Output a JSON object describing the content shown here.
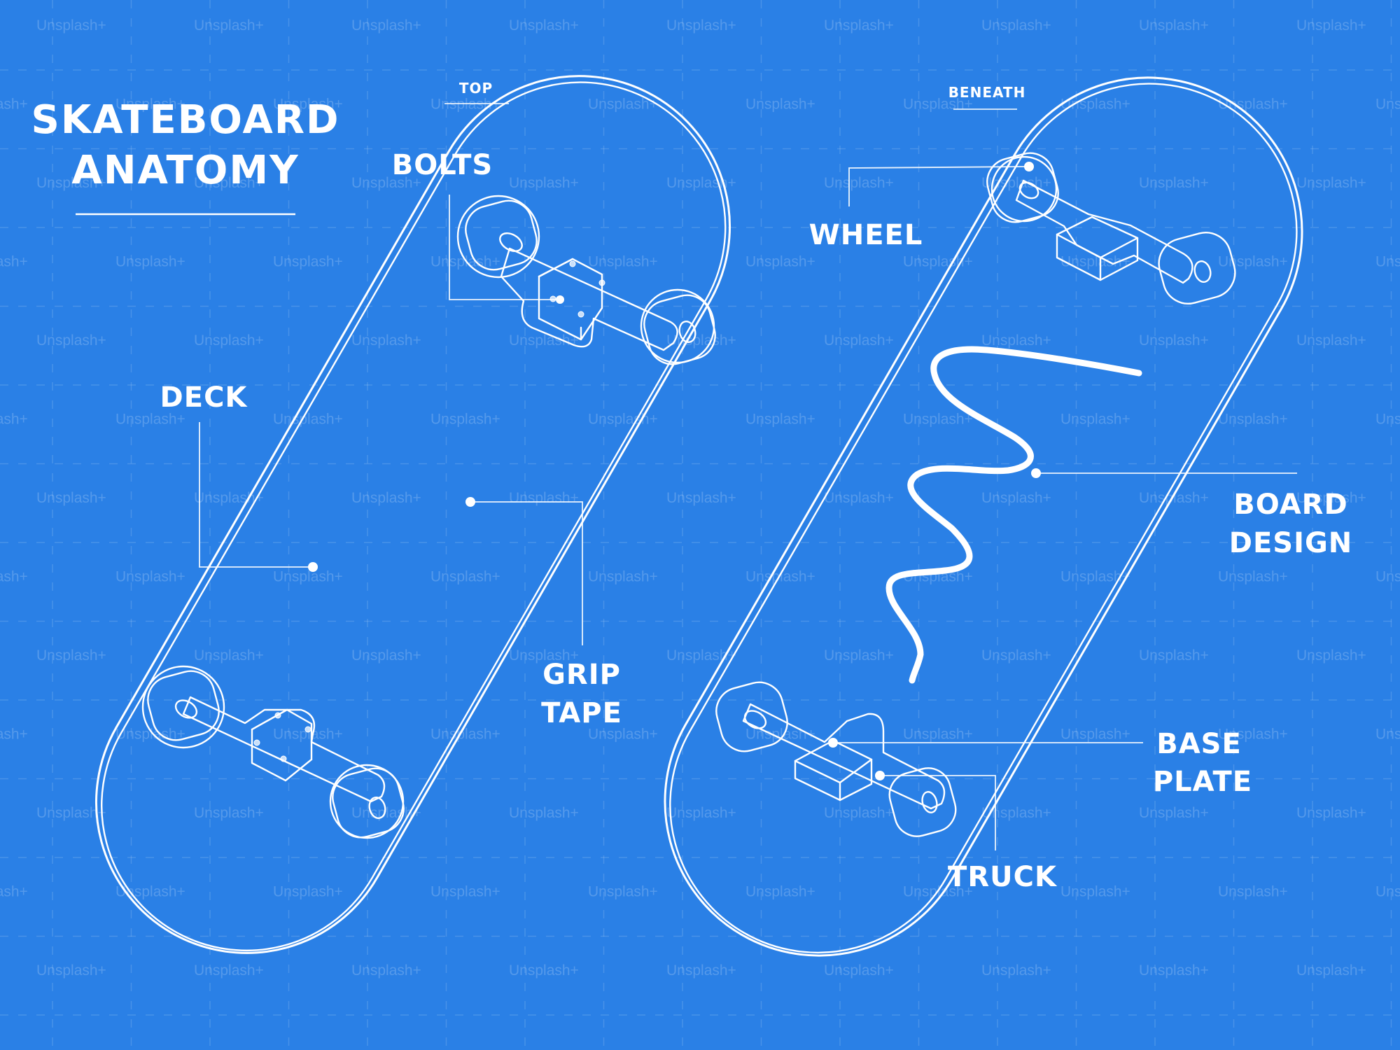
{
  "title": {
    "line1": "SKATEBOARD",
    "line2": "ANATOMY"
  },
  "views": {
    "top": "TOP",
    "beneath": "BENEATH"
  },
  "labels": {
    "bolts": "BOLTS",
    "deck": "DECK",
    "grip_line1": "GRIP",
    "grip_line2": "TAPE",
    "wheel": "WHEEL",
    "board_design_line1": "BOARD",
    "board_design_line2": "DESIGN",
    "base_plate_line1": "BASE",
    "base_plate_line2": "PLATE",
    "truck": "TRUCK"
  },
  "watermark": "Unsplash+",
  "colors": {
    "background": "#2a80e6",
    "line": "#ffffff"
  }
}
